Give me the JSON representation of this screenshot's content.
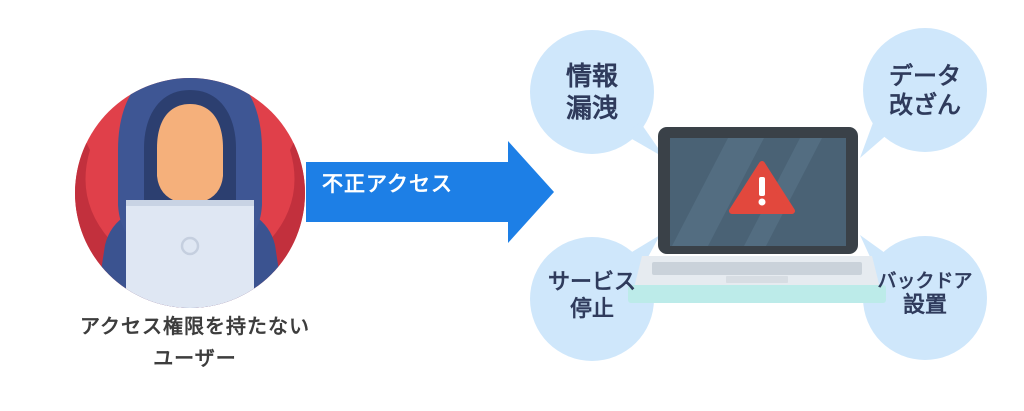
{
  "left_user": {
    "caption_line1": "アクセス権限を持たない",
    "caption_line2": "ユーザー"
  },
  "arrow": {
    "label": "不正アクセス"
  },
  "threats": [
    {
      "line1": "情報",
      "line2": "漏洩"
    },
    {
      "line1": "データ",
      "line2": "改ざん"
    },
    {
      "line1": "サービス",
      "line2": "停止"
    },
    {
      "line1": "バックドア",
      "line2": "設置"
    }
  ],
  "colors": {
    "arrow_blue": "#1d7fe6",
    "bubble_blue": "#cfe7fb",
    "bubble_text": "#2f3b5c",
    "caption_text": "#3d3d3d",
    "warning_red": "#e2483d",
    "hoodie": "#3e5694",
    "background_red": "#e0404a"
  },
  "icons": {
    "hacker": "hooded-figure-with-laptop-icon",
    "laptop": "laptop-icon",
    "warning": "warning-triangle-icon"
  }
}
